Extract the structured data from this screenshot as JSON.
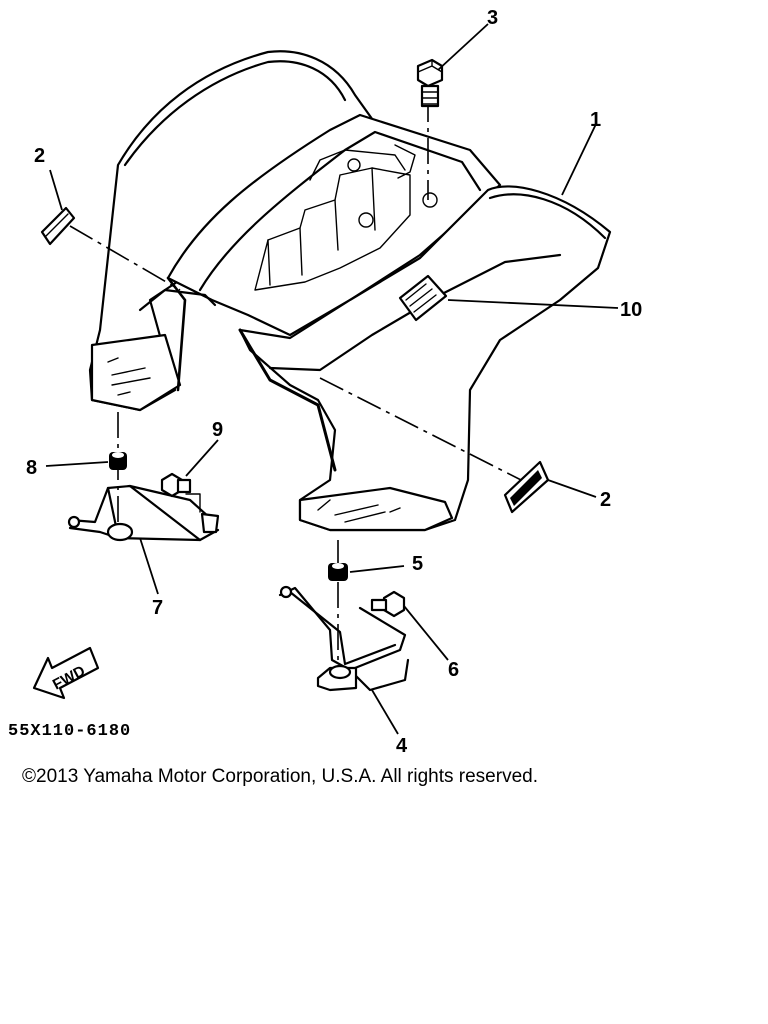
{
  "diagram": {
    "callouts": {
      "c1": "1",
      "c2a": "2",
      "c2b": "2",
      "c3": "3",
      "c4": "4",
      "c5": "5",
      "c6": "6",
      "c7": "7",
      "c8": "8",
      "c9": "9",
      "c10": "10"
    },
    "fwd_label": "FWD",
    "reference_code": "55X110-6180"
  },
  "footer": {
    "copyright": "©2013 Yamaha Motor Corporation, U.S.A. All rights reserved."
  }
}
